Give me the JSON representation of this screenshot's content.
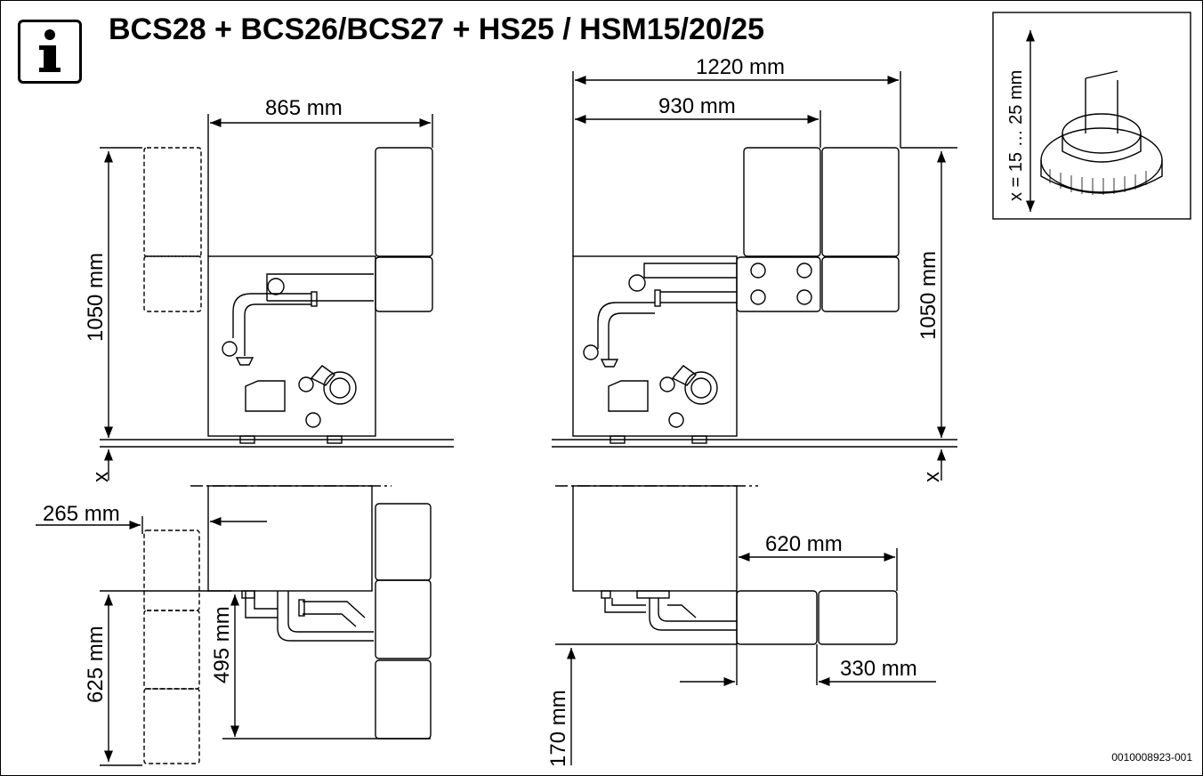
{
  "title": "BCS28 + BCS26/BCS27 + HS25 / HSM15/20/25",
  "info_icon": "info-icon",
  "left_top": {
    "width": "865 mm",
    "height": "1050 mm",
    "x": "x"
  },
  "right_top": {
    "width_total": "1220 mm",
    "width_inner": "930 mm",
    "height": "1050 mm",
    "x": "x"
  },
  "left_bottom": {
    "offset": "265 mm",
    "depth_total": "625 mm",
    "depth_inner": "495 mm"
  },
  "right_bottom": {
    "width": "620 mm",
    "unit_width": "330 mm",
    "depth": "170 mm"
  },
  "inset": {
    "label": "x = 15 … 25 mm"
  },
  "figure_code": "0010008923-001"
}
